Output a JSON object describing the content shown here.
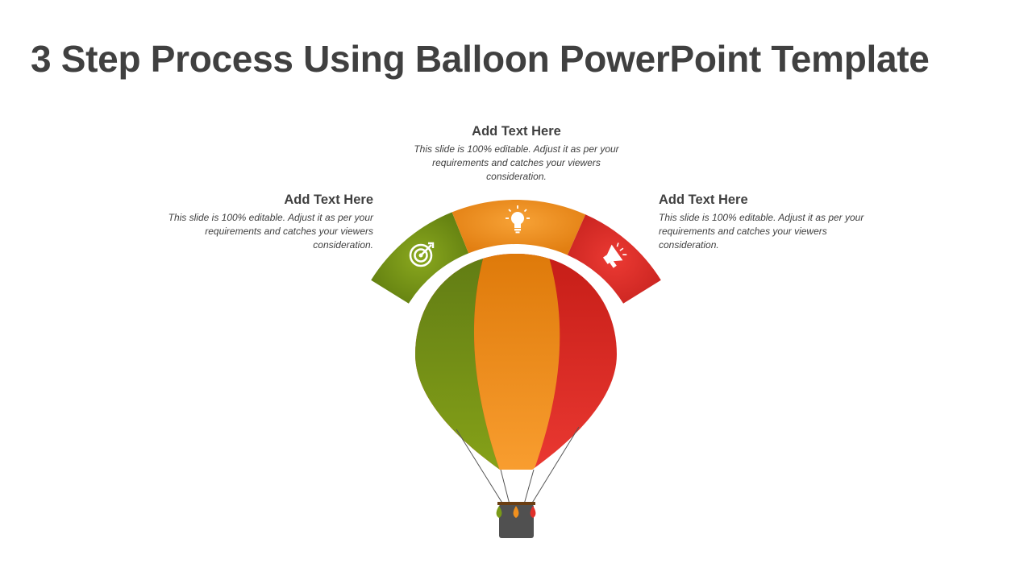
{
  "slide": {
    "title": "3 Step Process Using Balloon PowerPoint Template"
  },
  "steps": [
    {
      "position": "left",
      "heading": "Add Text Here",
      "body": "This slide is 100% editable. Adjust it as per your requirements and catches your viewers consideration.",
      "icon": "target-icon",
      "color": "#7A9A18"
    },
    {
      "position": "top",
      "heading": "Add Text Here",
      "body": "This slide is 100% editable. Adjust it as per your requirements and catches your viewers consideration.",
      "icon": "lightbulb-icon",
      "color": "#F0901E"
    },
    {
      "position": "right",
      "heading": "Add Text Here",
      "body": "This slide is 100% editable. Adjust it as per your requirements and catches your viewers consideration.",
      "icon": "megaphone-icon",
      "color": "#E0302A"
    }
  ],
  "colors": {
    "green": "#7A9A18",
    "orange": "#F0901E",
    "red": "#E0302A",
    "basket": "#505050",
    "text": "#404040"
  }
}
